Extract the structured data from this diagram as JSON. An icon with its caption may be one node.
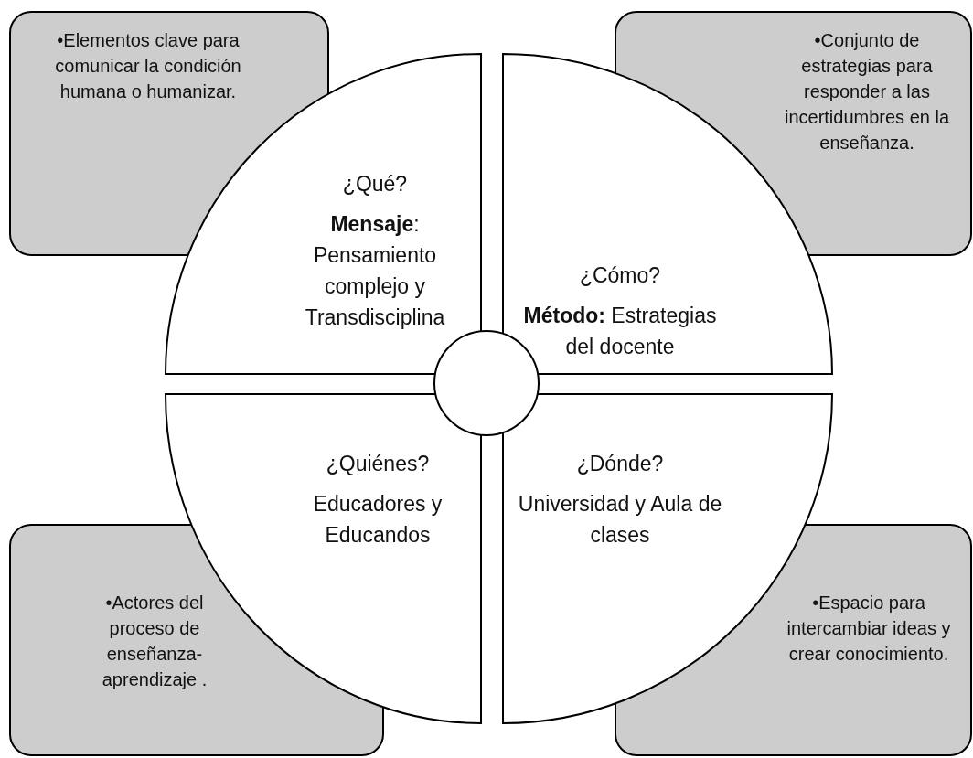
{
  "diagram": {
    "nodes": [
      {
        "text": [
          "•Elementos clave para comunicar la condición humana o humanizar."
        ]
      },
      {
        "text": [
          "•Conjunto de estrategias  para responder a las incertidumbres en la enseñanza."
        ]
      },
      {
        "text": [
          "¿Qué?",
          "**Mensaje**: Pensamiento complejo y Transdisciplina"
        ]
      },
      {
        "text": [
          "¿Cómo?",
          "**Método:** Estrategias del docente"
        ]
      },
      {
        "text": [],
        "shape": "circle"
      },
      {
        "text": [
          "¿Quiénes?",
          "Educadores y Educandos"
        ]
      },
      {
        "text": [
          "¿Dónde?",
          "Universidad y Aula de clases"
        ]
      },
      {
        "text": [
          "•Actores del proceso de enseñanza-aprendizaje ."
        ]
      },
      {
        "text": [
          "•Espacio para intercambiar ideas y crear conocimiento."
        ]
      }
    ]
  }
}
